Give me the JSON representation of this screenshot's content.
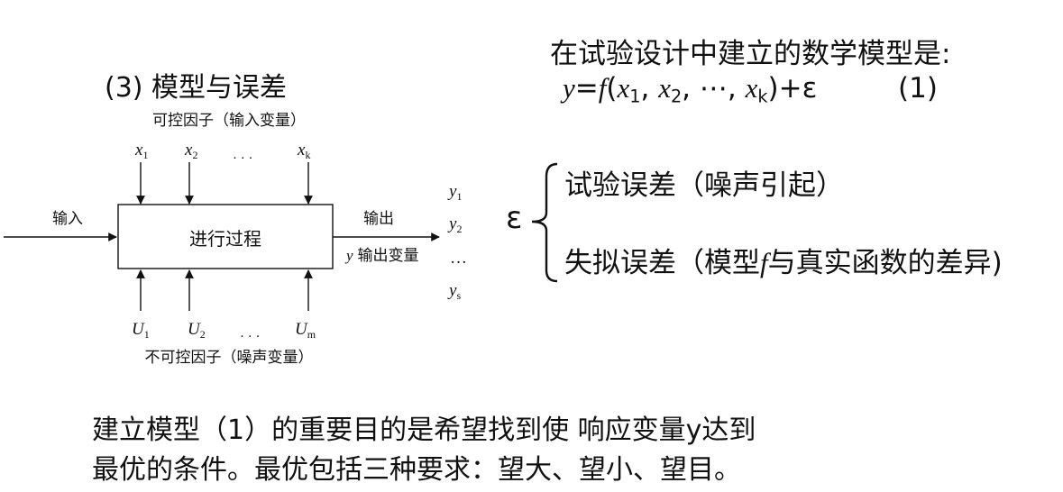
{
  "diagram": {
    "section_title": "(3) 模型与误差",
    "controllable_label": "可控因子（输入变量）",
    "uncontrollable_label": "不可控因子（噪声变量）",
    "input_label": "输入",
    "process_label": "进行过程",
    "output_label": "输出",
    "output_var_label": "输出变量",
    "ellipsis": "…",
    "dots": "· · ·",
    "inputs_x": [
      {
        "base": "x",
        "sub": "1"
      },
      {
        "base": "x",
        "sub": "2"
      },
      {
        "base": "x",
        "sub": "k"
      }
    ],
    "noise_u": [
      {
        "base": "U",
        "sub": "1"
      },
      {
        "base": "U",
        "sub": "2"
      },
      {
        "base": "U",
        "sub": "m"
      }
    ],
    "outputs_y": [
      {
        "base": "y",
        "sub": "1"
      },
      {
        "base": "y",
        "sub": "2"
      },
      {
        "base": "y",
        "sub": "s"
      }
    ],
    "y_symbol": "y"
  },
  "model": {
    "title": "在试验设计中建立的数学模型是:",
    "equation": {
      "lhs": "y",
      "eq": "=",
      "f": "f",
      "open": "(",
      "x": "x",
      "subs": [
        "1",
        "2",
        "k"
      ],
      "sep": ", ",
      "ellipsis": "⋯",
      "close": ")",
      "plus": "+",
      "eps": "ε"
    },
    "eq_number": "(1)"
  },
  "error": {
    "symbol": "ε",
    "experimental": "试验误差（噪声引起）",
    "lack_of_fit_before": "失拟误差（模型",
    "lack_of_fit_f": "f",
    "lack_of_fit_after": "与真实函数的差异)"
  },
  "conclusion": {
    "line1": "建立模型（1）的重要目的是希望找到使 响应变量y达到",
    "line2": "最优的条件。最优包括三种要求：望大、望小、望目。"
  }
}
